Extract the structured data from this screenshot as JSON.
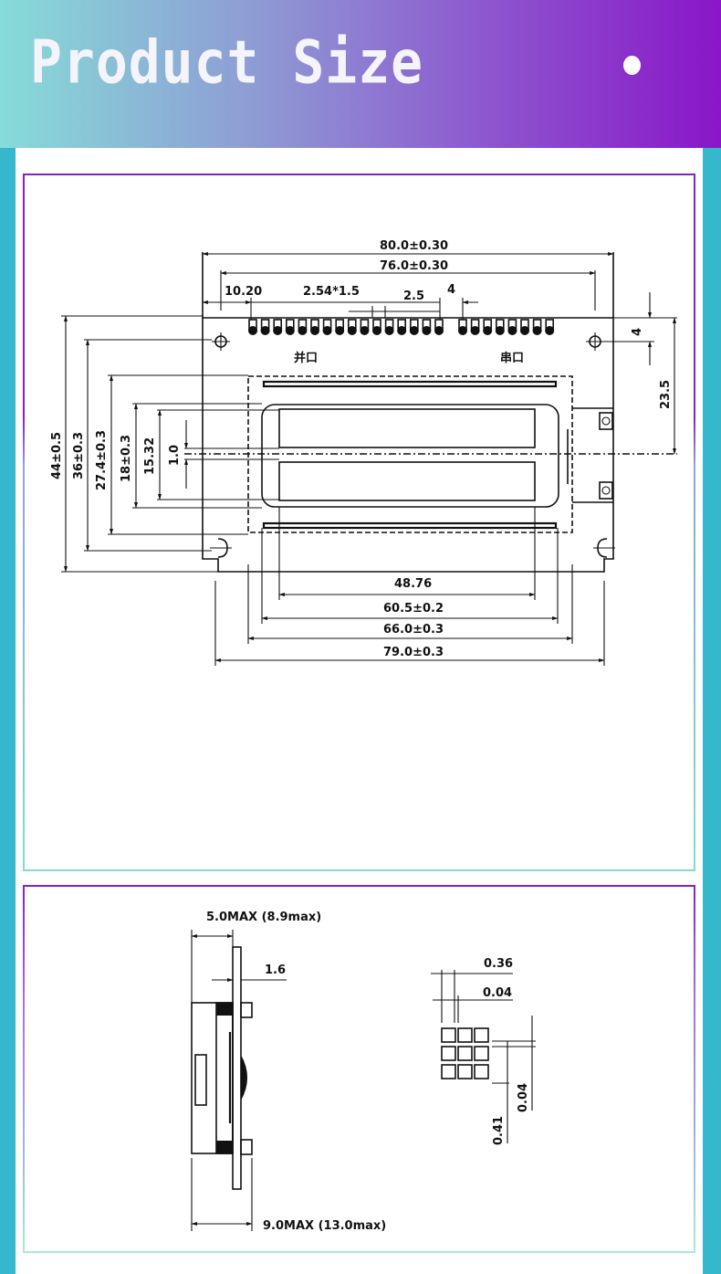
{
  "header": {
    "title": "Product Size",
    "accent_colors": {
      "gradient_start": "#86dcd8",
      "gradient_end": "#8a16c8",
      "side_bar": "#35b8cc"
    }
  },
  "front_view": {
    "port_labels": {
      "parallel": "并口",
      "serial": "串口"
    },
    "horizontal_dims": {
      "overall_width": "80.0±0.30",
      "hole_pitch": "76.0±0.30",
      "pin_offset": "10.20",
      "pin_pitch": "2.54*1.5",
      "pin_gap": "2.5",
      "serial_gap": "4",
      "char_area": "48.76",
      "view_area": "60.5±0.2",
      "bezel_width": "66.0±0.3",
      "bottom_width": "79.0±0.3"
    },
    "vertical_dims": {
      "overall_height": "44±0.5",
      "hole_pitch": "36±0.3",
      "bezel_height": "27.4±0.3",
      "view_height": "18±0.3",
      "char_height": "15.32",
      "row_gap": "1.0",
      "hole_offset": "4",
      "center_offset": "23.5"
    }
  },
  "side_view": {
    "thickness_top": "5.0MAX (8.9max)",
    "pcb_thickness": "1.6",
    "thickness_bottom": "9.0MAX (13.0max)"
  },
  "dot_detail": {
    "dot_pitch_h": "0.36",
    "dot_gap_h": "0.04",
    "dot_gap_v": "0.04",
    "dot_pitch_v": "0.41"
  }
}
